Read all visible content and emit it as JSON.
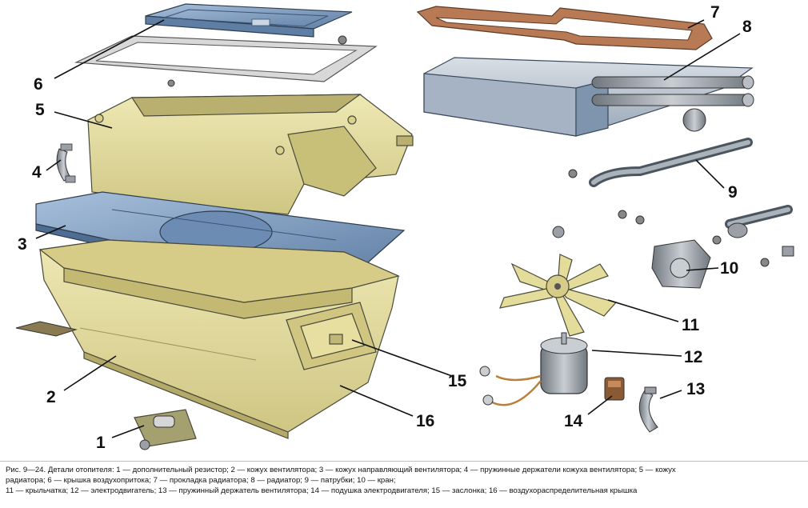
{
  "labels": {
    "l1": "1",
    "l2": "2",
    "l3": "3",
    "l4": "4",
    "l5": "5",
    "l6": "6",
    "l7": "7",
    "l8": "8",
    "l9": "9",
    "l10": "10",
    "l11": "11",
    "l12": "12",
    "l13": "13",
    "l14": "14",
    "l15": "15",
    "l16": "16"
  },
  "caption": {
    "line1": "Рис. 9—24. Детали отопителя: 1 — дополнительный резистор; 2 — кожух вентилятора; 3 — кожух направляющий вентилятора; 4 — пружинные держатели кожуха вентилятора; 5 — кожух",
    "line2": "радиатора; 6 — крышка воздухопритока; 7 — прокладка радиатора; 8 — радиатор; 9 — патрубки; 10 — кран;",
    "line3": "11 — крыльчатка; 12 — электродвигатель; 13 — пружинный держатель вентилятора; 14 — подушка электродвигателя; 15 — заслонка; 16 — воздухораспределительная крышка"
  },
  "colors": {
    "housing": "#e3dc9a",
    "housing_dark": "#b9b070",
    "blue_part": "#7f9fc2",
    "gasket": "#b87a55",
    "radiator": "#b7c2cf",
    "metal": "#8d949c"
  }
}
